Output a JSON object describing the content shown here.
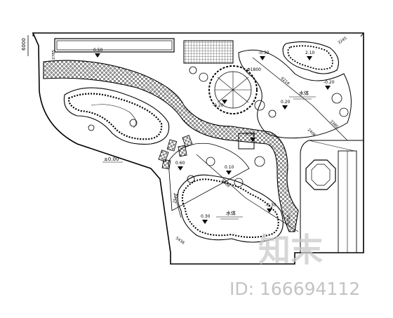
{
  "plan": {
    "edge_dimension": "6000",
    "datum_elevation": "±0.00",
    "water_labels": [
      "水体",
      "水体"
    ],
    "elevation_marks": [
      "0.50",
      "-0.30",
      "2.10",
      "-0.20",
      "0.20",
      "-0.20",
      "0.10",
      "0.60",
      "0.30",
      "-0.30",
      "0.50"
    ],
    "dimension_marks": [
      "Φ1800",
      "6214",
      "3380",
      "2406",
      "3245",
      "9668",
      "4250",
      "2514",
      "5436",
      "2785"
    ]
  },
  "watermark": {
    "logo_text": "知末",
    "id_text": "ID: 166694112"
  }
}
